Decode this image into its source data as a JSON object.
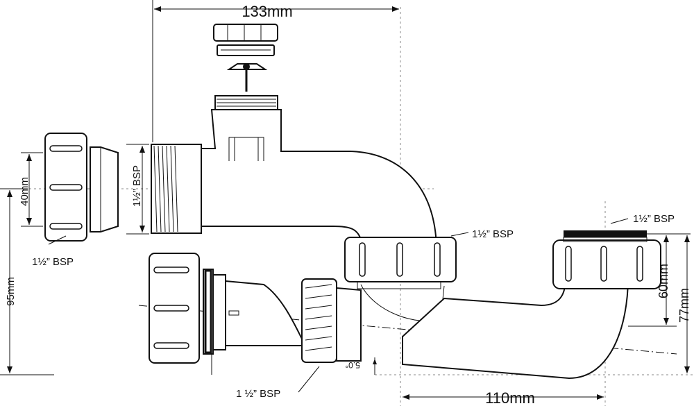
{
  "dimensions": {
    "top_width": "133mm",
    "bottom_width": "110mm",
    "left_height": "95mm",
    "inlet_diameter": "40mm",
    "right_height_inner": "60mm",
    "right_height_outer": "77mm",
    "angle": "5.0°"
  },
  "labels": {
    "inlet_left_bsp": "1½” BSP",
    "inlet_vertical_bsp": "1½” BSP",
    "middle_nut_bsp": "1½” BSP",
    "right_outlet_bsp": "1½” BSP",
    "bottom_bsp": "1 ½” BSP"
  },
  "colors": {
    "line": "#111111",
    "dashed_guide": "#888888",
    "background": "#ffffff"
  }
}
